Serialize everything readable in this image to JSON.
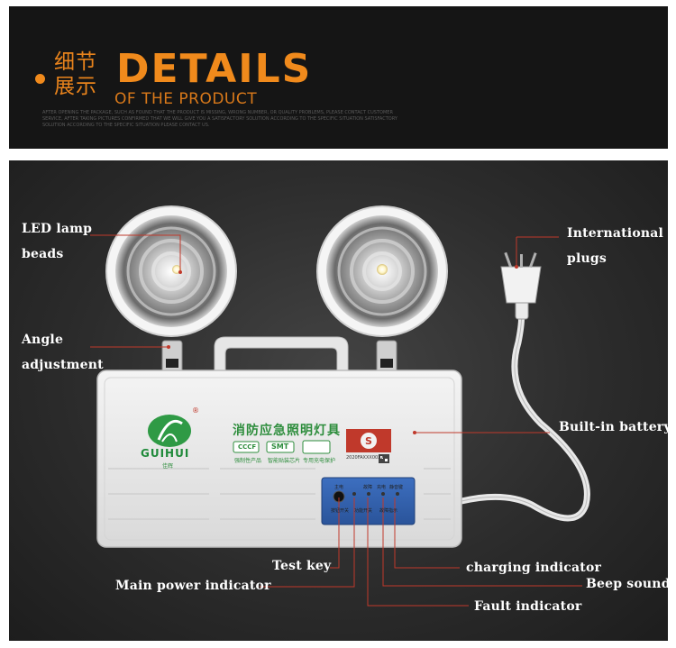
{
  "banner": {
    "cn_title": "细节展示",
    "title": "DETAILS",
    "subtitle": "OF THE PRODUCT",
    "fine_print": "AFTER OPENING THE PACKAGE, SUCH AS FOUND THAT THE PRODUCT IS MISSING, WRONG NUMBER, OR QUALITY PROBLEMS, PLEASE CONTACT CUSTOMER SERVICE, AFTER TAKING PICTURES CONFIRMED THAT WE WILL GIVE YOU A SATISFACTORY SOLUTION ACCORDING TO THE SPECIFIC SITUATION SATISFACTORY SOLUTION ACCORDING TO THE SPECIFIC SITUATION PLEASE CONTACT US."
  },
  "product": {
    "brand": "GUIHUI",
    "brand_cn": "佳辉",
    "product_cn_title": "消防应急照明灯具",
    "badges": [
      "CCCF",
      "SMT"
    ],
    "badge_captions": [
      "强制性产品",
      "智能贴装芯片",
      "专用充电保护"
    ],
    "cert_code": "2020FAXXX00XX",
    "control_panel": {
      "top_labels": [
        "主电",
        "故障",
        "充电",
        "静音键"
      ],
      "bottom_labels": [
        "按钮开关",
        "功能开关",
        "故障指示"
      ]
    }
  },
  "callouts": [
    {
      "id": "led",
      "text": "LED lamp\nbeads"
    },
    {
      "id": "angle",
      "text": "Angle\nadjustment"
    },
    {
      "id": "plug",
      "text": "International\nplugs"
    },
    {
      "id": "battery",
      "text": "Built-in battery"
    },
    {
      "id": "test",
      "text": "Test key"
    },
    {
      "id": "main",
      "text": "Main power indicator"
    },
    {
      "id": "charging",
      "text": "charging indicator"
    },
    {
      "id": "beep",
      "text": "Beep sound"
    },
    {
      "id": "fault",
      "text": "Fault indicator"
    }
  ],
  "colors": {
    "accent_orange": "#f08a1c",
    "callout_line": "#c0392b",
    "panel_bg": "#2c2c2c",
    "body_white": "#eeeeee",
    "control_blue": "#2f5fa8"
  }
}
